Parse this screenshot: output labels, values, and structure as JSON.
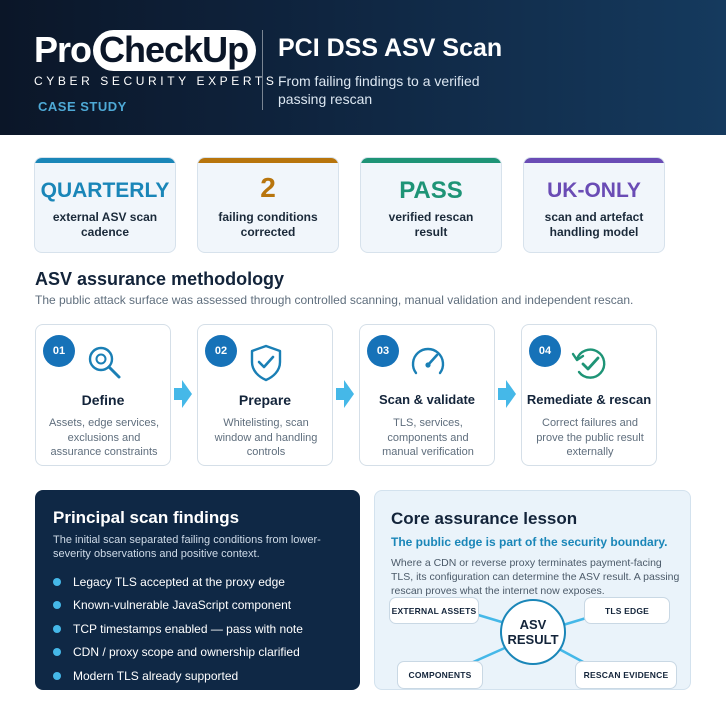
{
  "header": {
    "logo_pro": "Pro",
    "logo_checkup": "CheckUp",
    "logo_tagline": "CYBER SECURITY EXPERTS",
    "case_study": "CASE STUDY",
    "title": "PCI DSS ASV Scan",
    "subtitle": "From failing findings to a verified passing rescan"
  },
  "stats": [
    {
      "value": "QUARTERLY",
      "label": "external ASV scan cadence",
      "color": "#1a86b8"
    },
    {
      "value": "2",
      "label": "failing conditions corrected",
      "color": "#b8750d"
    },
    {
      "value": "PASS",
      "label": "verified rescan result",
      "color": "#1e9476"
    },
    {
      "value": "UK-ONLY",
      "label": "scan and artefact handling model",
      "color": "#6a4cb5"
    }
  ],
  "methodology": {
    "title": "ASV assurance methodology",
    "subtitle": "The public attack surface was assessed through controlled scanning, manual validation and independent rescan.",
    "steps": [
      {
        "num": "01",
        "title": "Define",
        "desc": "Assets, edge services, exclusions and assurance constraints",
        "icon": "magnifier-icon"
      },
      {
        "num": "02",
        "title": "Prepare",
        "desc": "Whitelisting, scan window and handling controls",
        "icon": "shield-check-icon"
      },
      {
        "num": "03",
        "title": "Scan & validate",
        "desc": "TLS, services, components and manual verification",
        "icon": "gauge-icon"
      },
      {
        "num": "04",
        "title": "Remediate & rescan",
        "desc": "Correct failures and prove the public result externally",
        "icon": "refresh-check-icon"
      }
    ]
  },
  "findings": {
    "title": "Principal scan findings",
    "subtitle": "The initial scan separated failing conditions from lower-severity observations and positive context.",
    "items": [
      "Legacy TLS accepted at the proxy edge",
      "Known-vulnerable JavaScript component",
      "TCP timestamps enabled — pass with note",
      "CDN / proxy scope and ownership clarified",
      "Modern TLS already supported"
    ]
  },
  "lesson": {
    "title": "Core assurance lesson",
    "highlight": "The public edge is part of the security boundary.",
    "text": "Where a CDN or reverse proxy terminates payment-facing TLS, its configuration can determine the ASV result. A passing rescan proves what the internet now exposes.",
    "center_line1": "ASV",
    "center_line2": "RESULT",
    "nodes": {
      "external_assets": "EXTERNAL ASSETS",
      "tls_edge": "TLS EDGE",
      "components": "COMPONENTS",
      "rescan_evidence": "RESCAN EVIDENCE"
    }
  },
  "colors": {
    "header_bg": "#0f2540",
    "accent_blue": "#1672b8",
    "arrow": "#45b8e8",
    "findings_bg": "#0f2845"
  }
}
